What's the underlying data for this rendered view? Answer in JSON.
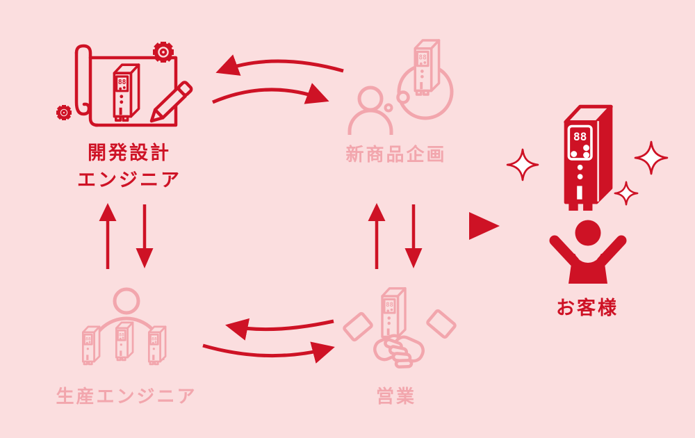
{
  "palette": {
    "background": "#FBDEDF",
    "accent_red": "#CE1225",
    "muted_pink": "#F2A6AD",
    "sparkle_fill": "#FFFFFF"
  },
  "device_display": "88",
  "nodes": {
    "dev_design": {
      "label_line1": "開発設計",
      "label_line2": "エンジニア",
      "icon": "blueprint-device-icon",
      "emphasis": "strong"
    },
    "planning": {
      "label": "新商品企画",
      "icon": "person-idea-bubble-icon",
      "emphasis": "muted"
    },
    "production": {
      "label": "生産エンジニア",
      "icon": "person-three-devices-icon",
      "emphasis": "muted"
    },
    "sales": {
      "label": "営業",
      "icon": "handshake-device-icon",
      "emphasis": "muted"
    },
    "customer": {
      "label": "お客様",
      "icon": "happy-person-device-sparkles-icon",
      "emphasis": "strong"
    }
  },
  "edges": [
    {
      "from": "dev_design",
      "to": "planning",
      "style": "curved-double-arrow",
      "bidirectional": true
    },
    {
      "from": "dev_design",
      "to": "production",
      "style": "vertical-double-arrow",
      "bidirectional": true
    },
    {
      "from": "planning",
      "to": "sales",
      "style": "vertical-double-arrow",
      "bidirectional": true
    },
    {
      "from": "production",
      "to": "sales",
      "style": "curved-double-arrow",
      "bidirectional": true
    },
    {
      "from": "sales",
      "to": "customer",
      "style": "solid-triangle",
      "bidirectional": false
    }
  ]
}
